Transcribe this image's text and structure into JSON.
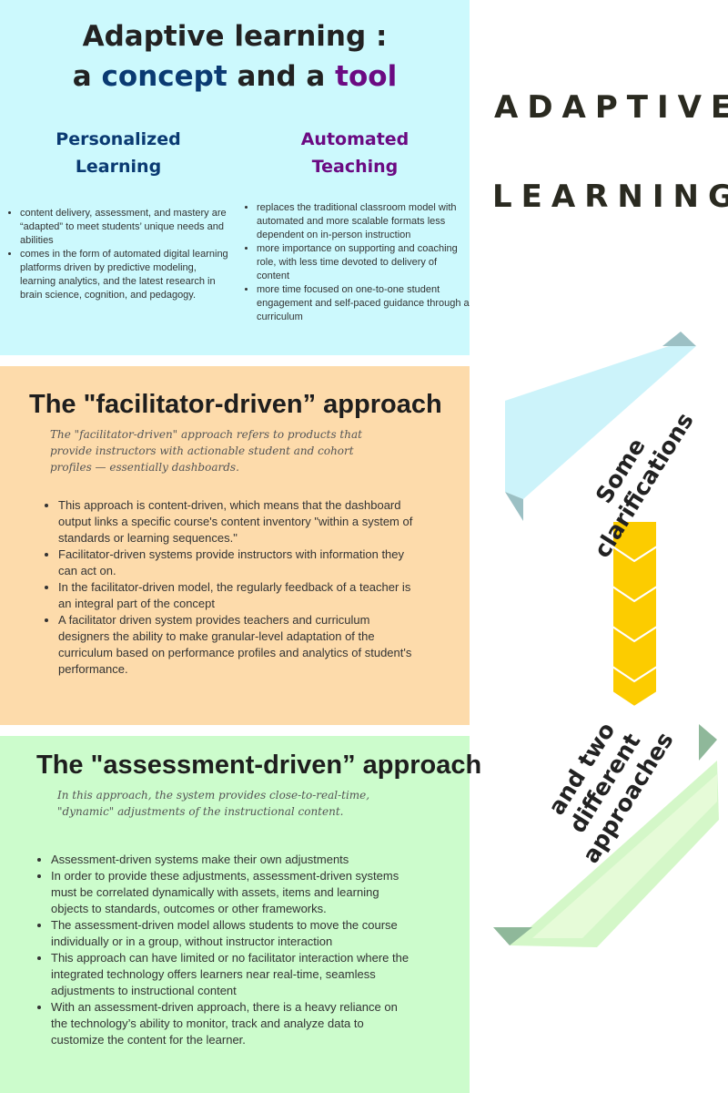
{
  "top": {
    "title_line1": "Adaptive learning :",
    "title_a": "a ",
    "title_concept": "concept",
    "title_and": " and a ",
    "title_tool": "tool",
    "left_head_1": "Personalized",
    "left_head_2": "Learning",
    "right_head_1": "Automated",
    "right_head_2": "Teaching",
    "left_items": [
      "content delivery, assessment, and mastery are “adapted” to meet students’ unique needs and abilities",
      " comes in the form of automated digital learning platforms driven by predictive modeling, learning analytics, and the latest research in brain science, cognition, and pedagogy."
    ],
    "right_items": [
      "replaces the traditional classroom model with automated and more scalable formats less dependent on in-person instruction",
      "more importance on supporting and coaching role, with less time devoted to delivery of content",
      "more time focused on one-to-one student engagement and self-paced guidance through a curriculum"
    ]
  },
  "facilitator": {
    "title": "The \"facilitator-driven” approach",
    "intro": "The \"facilitator-driven\" approach refers to products that provide instructors with actionable student and cohort profiles — essentially dashboards.",
    "items": [
      "This approach is content-driven, which means that the dashboard output links a specific course's content inventory \"within a system of standards or learning sequences.\"",
      "Facilitator-driven systems provide instructors with information they can act on.",
      " In the facilitator-driven model, the regularly feedback of a teacher is an integral part of the concept",
      "A facilitator driven system provides teachers and curriculum designers the ability to make granular-level adaptation of the curriculum based on performance profiles and analytics of student's performance."
    ]
  },
  "assessment": {
    "title": "The \"assessment-driven” approach",
    "intro": "In this approach, the system provides close-to-real-time, \"dynamic\" adjustments of the instructional content.",
    "items": [
      "Assessment-driven systems make their own adjustments",
      "In order to provide these adjustments, assessment-driven systems must be correlated dynamically with assets, items and learning objects to standards, outcomes or other frameworks.",
      "The assessment-driven model allows students to move the course individually or in a group, without instructor interaction",
      "This approach can have limited or no facilitator interaction where the integrated technology offers learners near real-time, seamless adjustments to instructional content",
      "With an assessment-driven approach, there is a heavy reliance on the technology’s ability to monitor, track and analyze data to customize the content for the learner."
    ]
  },
  "side": {
    "word1": "ADAPTIVE",
    "word2": "LEARNING",
    "ribbon1": "Some clarifications",
    "ribbon2_1": "and two",
    "ribbon2_2": "different",
    "ribbon2_3": "approaches"
  },
  "colors": {
    "top_bg": "#ccf9fd",
    "facilitator_bg": "#fddbab",
    "assessment_bg": "#ccfccc",
    "concept": "#0a3a72",
    "tool": "#6b0a82",
    "chevron": "#fccc00"
  }
}
